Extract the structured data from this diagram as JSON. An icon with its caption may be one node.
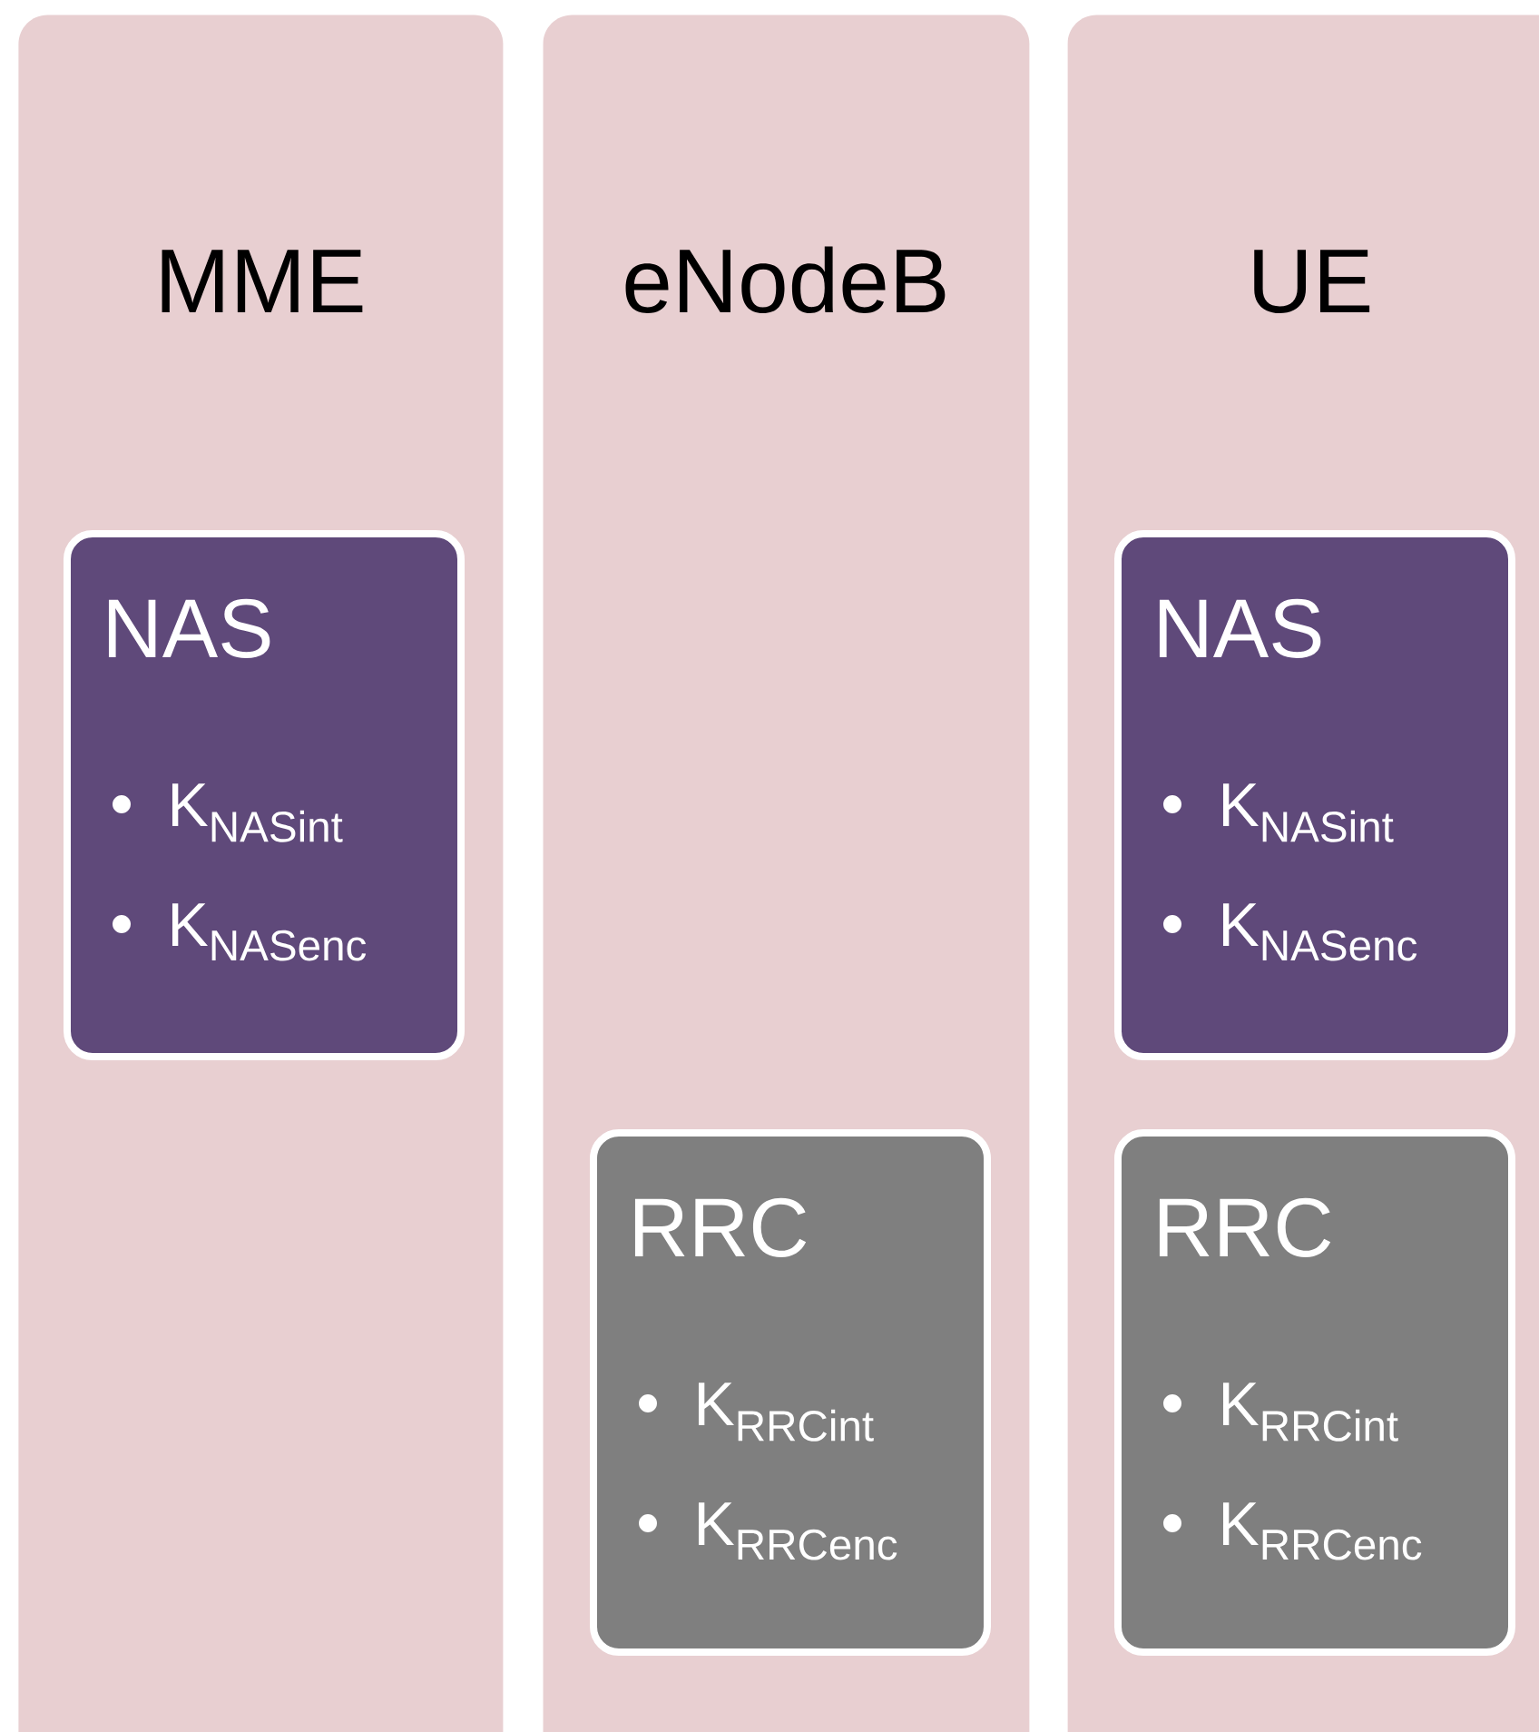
{
  "diagram": {
    "nodes": [
      {
        "text": [
          "MME"
        ]
      },
      {
        "text": [
          "eNodeB"
        ]
      },
      {
        "text": [
          "UE"
        ]
      },
      {
        "text": [
          "NAS",
          "K$_{NASint}$",
          "K$_{NASenc}$"
        ],
        "in": 0
      },
      {
        "text": [
          "RRC",
          "K$_{RRCint}$",
          "K$_{RRCenc}$"
        ],
        "in": 1
      },
      {
        "text": [
          "NAS",
          "K$_{NASint}$",
          "K$_{NASenc}$"
        ],
        "in": 2
      },
      {
        "text": [
          "RRC",
          "K$_{RRCint}$",
          "K$_{RRCenc}$"
        ],
        "in": 2
      }
    ]
  }
}
